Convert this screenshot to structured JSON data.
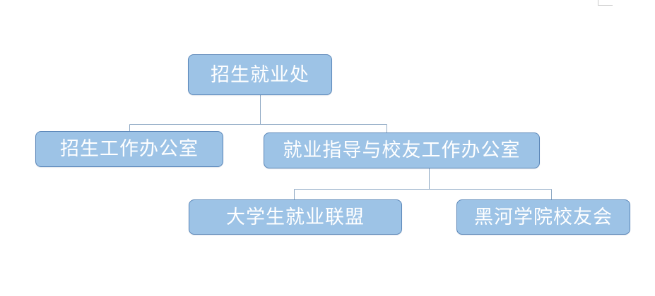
{
  "org_chart": {
    "root": {
      "label": "招生就业处"
    },
    "level2": [
      {
        "label": "招生工作办公室"
      },
      {
        "label": "就业指导与校友工作办公室"
      }
    ],
    "level3": [
      {
        "label": "大学生就业联盟"
      },
      {
        "label": "黑河学院校友会"
      }
    ]
  },
  "colors": {
    "node_fill": "#9dc3e6",
    "node_border": "#5a86b8",
    "node_text": "#ffffff",
    "connector": "#8fa9c4"
  }
}
